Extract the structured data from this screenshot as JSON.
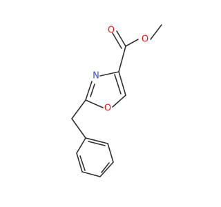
{
  "structure": {
    "atoms": [
      {
        "id": "O_carbonyl",
        "label": "O",
        "color": "#ff0d0d"
      },
      {
        "id": "O_ester",
        "label": "O",
        "color": "#ff0d0d"
      },
      {
        "id": "N_ring",
        "label": "N",
        "color": "#3050f8"
      },
      {
        "id": "O_ring",
        "label": "O",
        "color": "#ff0d0d"
      }
    ],
    "bond_color": "#303030"
  }
}
